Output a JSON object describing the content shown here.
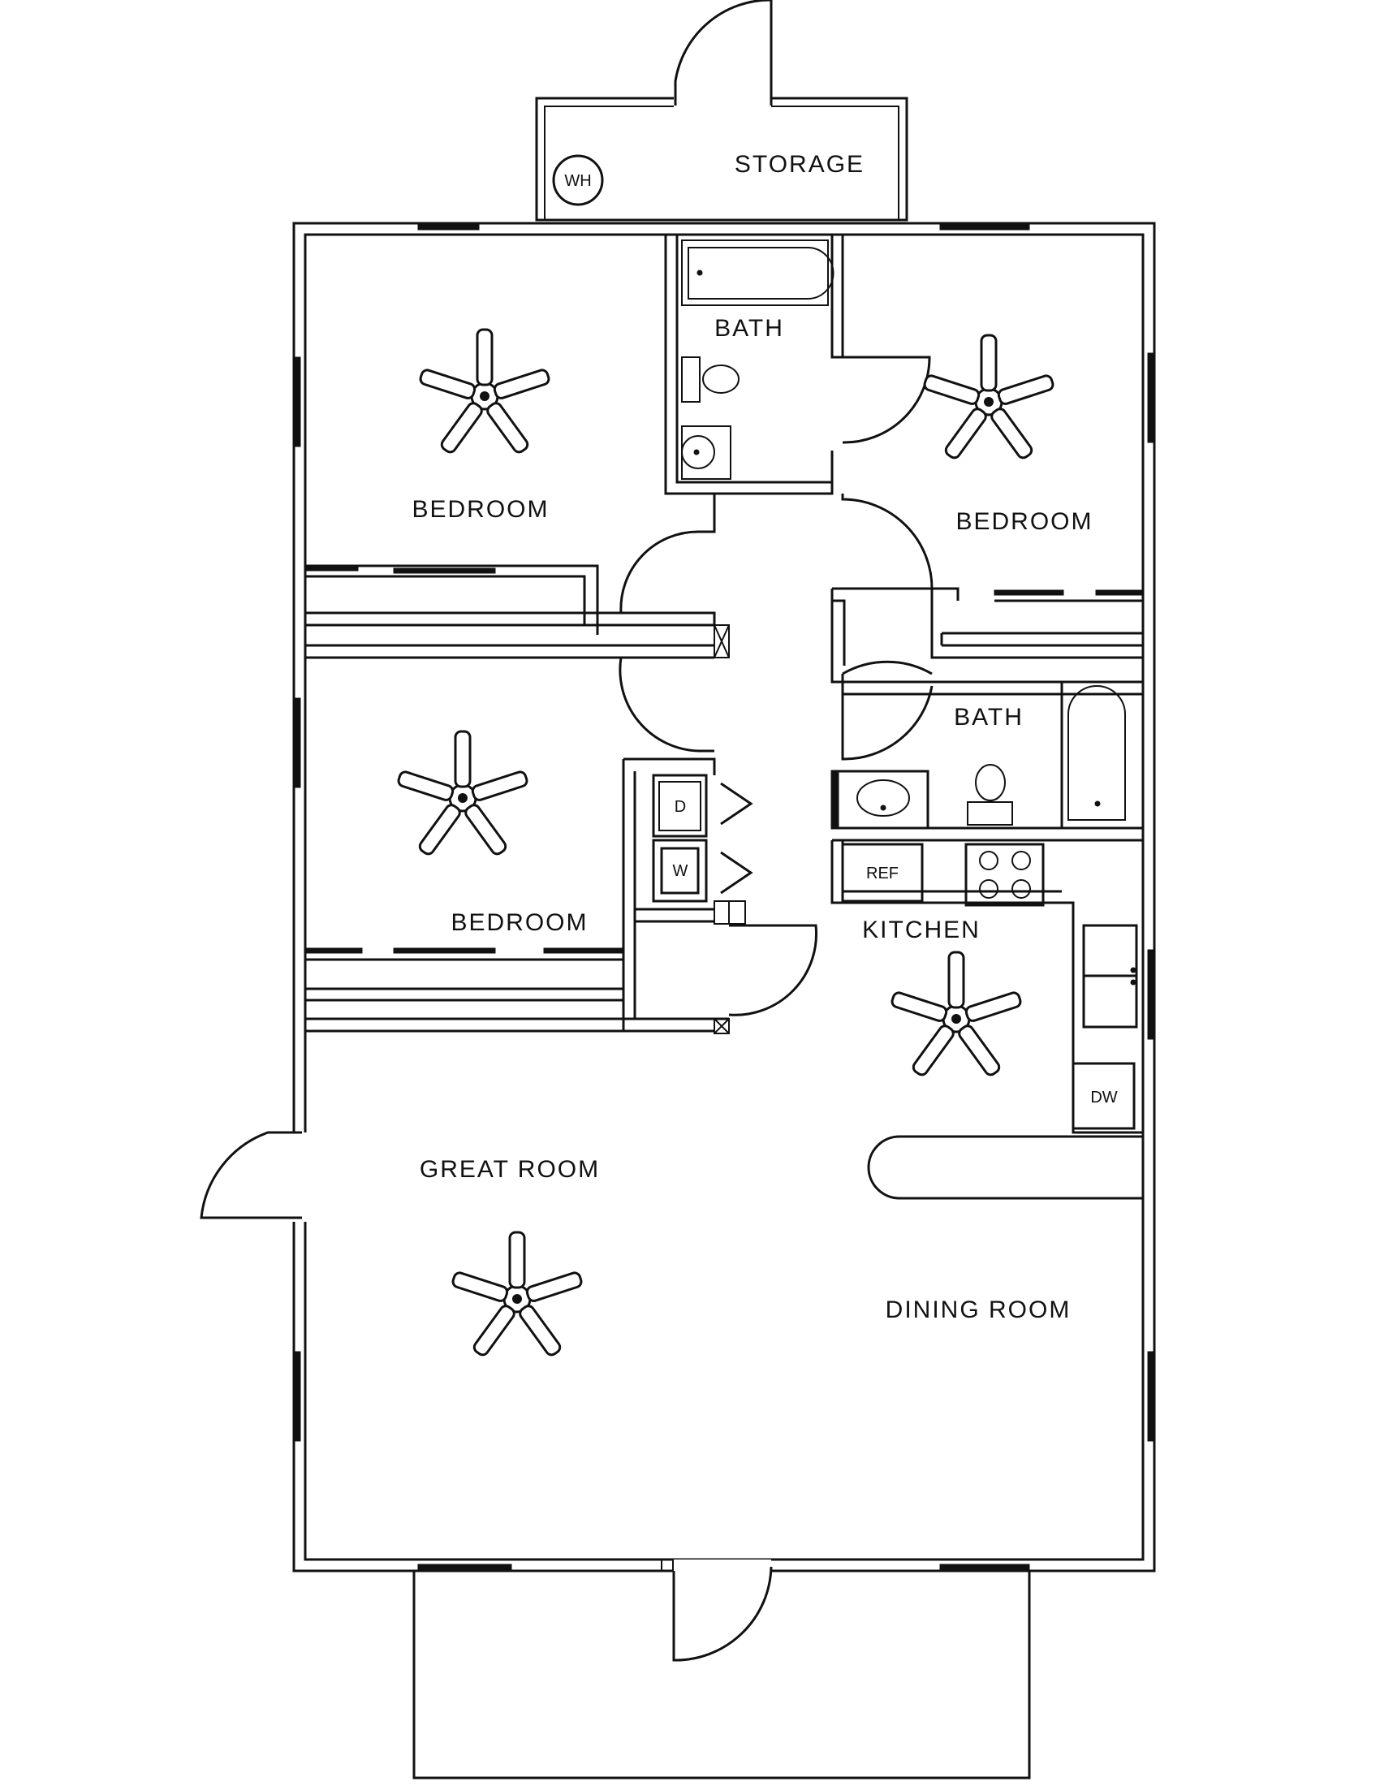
{
  "rooms": {
    "storage": "STORAGE",
    "bath_upper": "BATH",
    "bedroom_upper_left": "BEDROOM",
    "bedroom_upper_right": "BEDROOM",
    "bedroom_lower_left": "BEDROOM",
    "bath_lower": "BATH",
    "kitchen": "KITCHEN",
    "great_room": "GREAT ROOM",
    "dining_room": "DINING ROOM"
  },
  "fixtures": {
    "water_heater": "WH",
    "dryer": "D",
    "washer": "W",
    "refrigerator": "REF",
    "dishwasher": "DW"
  }
}
